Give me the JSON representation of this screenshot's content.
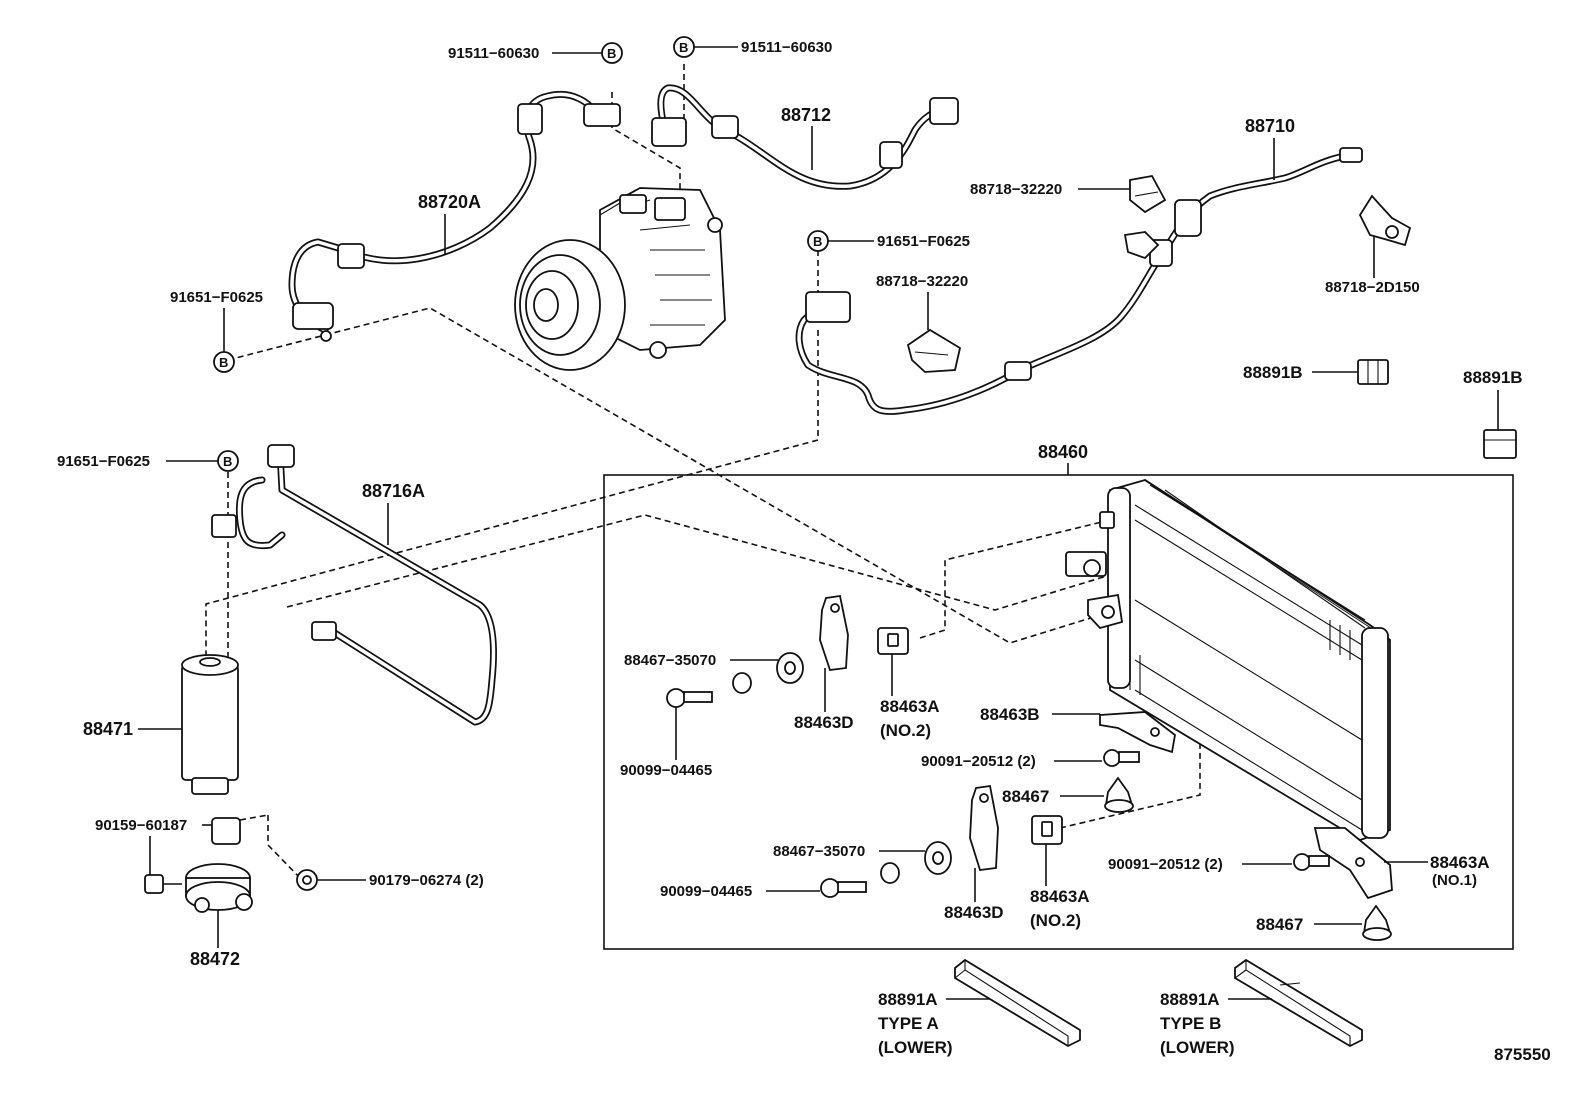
{
  "labels": {
    "p91511_left": "91511−60630",
    "p91511_right": "91511−60630",
    "p88712": "88712",
    "p88710": "88710",
    "p88720a": "88720A",
    "p88718_32220_top": "88718−32220",
    "p88718_32220_mid": "88718−32220",
    "p88718_2d150": "88718−2D150",
    "p91651_top": "91651−F0625",
    "p91651_left": "91651−F0625",
    "p91651_mid": "91651−F0625",
    "p88891b_1": "88891B",
    "p88891b_2": "88891B",
    "p88460": "88460",
    "p88716a": "88716A",
    "p88471": "88471",
    "p88467_35070_1": "88467−35070",
    "p88467_35070_2": "88467−35070",
    "p88463d_1": "88463D",
    "p88463d_2": "88463D",
    "p88463a_no2_1": "88463A",
    "p88463a_no2_1_sub": "(NO.2)",
    "p88463a_no2_2": "88463A",
    "p88463a_no2_2_sub": "(NO.2)",
    "p88463b": "88463B",
    "p90091_1": "90091−20512 (2)",
    "p90091_2": "90091−20512 (2)",
    "p88467_1": "88467",
    "p88467_2": "88467",
    "p90099_1": "90099−04465",
    "p90099_2": "90099−04465",
    "p88463a_no1": "88463A",
    "p88463a_no1_sub": "(NO.1)",
    "p90159": "90159−60187",
    "p90179": "90179−06274 (2)",
    "p88472": "88472",
    "p88891a_1": "88891A",
    "p88891a_1_type": "TYPE A",
    "p88891a_1_pos": "(LOWER)",
    "p88891a_2": "88891A",
    "p88891a_2_type": "TYPE B",
    "p88891a_2_pos": "(LOWER)",
    "ref_number": "875550"
  },
  "markers": {
    "b": "B"
  },
  "colors": {
    "ink": "#111111",
    "background": "#ffffff"
  }
}
